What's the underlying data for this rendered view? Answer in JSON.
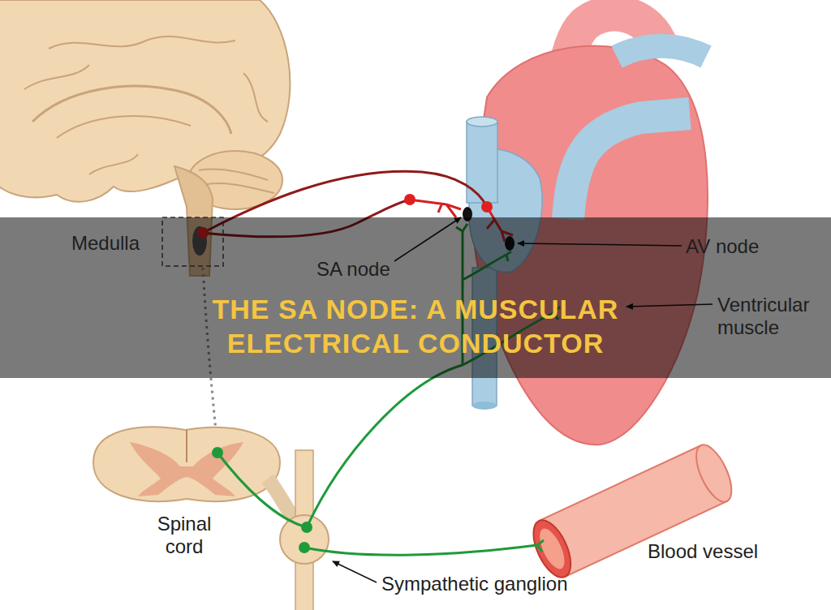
{
  "diagram": {
    "title": "THE SA NODE: A MUSCULAR ELECTRICAL CONDUCTOR",
    "labels": [
      "Medulla",
      "SA node",
      "AV node",
      "Ventricular muscle",
      "Spinal cord",
      "Sympathetic ganglion",
      "Blood vessel"
    ]
  }
}
